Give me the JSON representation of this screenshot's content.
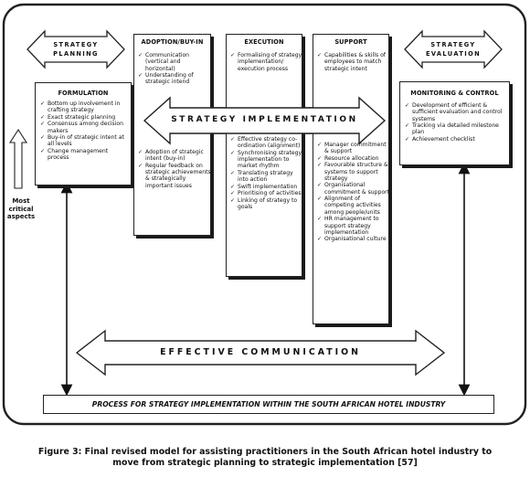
{
  "left_arrow": {
    "line1": "STRATEGY",
    "line2": "PLANNING"
  },
  "right_arrow": {
    "line1": "STRATEGY",
    "line2": "EVALUATION"
  },
  "formulation": {
    "title": "FORMULATION",
    "items": [
      "Bottom up involvement in crafting strategy",
      "Exact strategic planning",
      "Consensus among decision makers",
      "Buy-in of strategic intent at all levels",
      "Change management process"
    ]
  },
  "adoption": {
    "title": "ADOPTION/BUY-IN",
    "items_top": [
      "Communication (vertical and horizontal)",
      "Understanding of strategic intend"
    ],
    "items_bottom": [
      "Adoption of strategic intent (buy-in)",
      "Regular feedback on strategic achievements & strategically important issues"
    ]
  },
  "execution": {
    "title": "EXECUTION",
    "items_top": [
      "Formalising of strategy implementation/ execution process"
    ],
    "items_bottom": [
      "Effective strategy co-ordination (alignment)",
      "Synchronising strategy implementation to market rhythm",
      "Translating strategy into action",
      "Swift implementation",
      "Prioritising of activities",
      "Linking of strategy to goals"
    ]
  },
  "support": {
    "title": "SUPPORT",
    "items_top": [
      "Capabilities & skills of employees to match strategic intent"
    ],
    "items_bottom": [
      "Manager commitment & support",
      "Resource allocation",
      "Favourable structure & systems to support strategy",
      "Organisational commitment & support",
      "Alignment of competing activities among people/units",
      "HR management to support strategy implementation",
      "Organisational culture"
    ]
  },
  "monitoring": {
    "title": "MONITORING & CONTROL",
    "items": [
      "Development of efficient & sufficient evaluation and control systems",
      "Tracking via detailed milestone plan",
      "Achievement checklist"
    ]
  },
  "implementation_label": "STRATEGY IMPLEMENTATION",
  "communication_label": "EFFECTIVE COMMUNICATION",
  "process_label": "PROCESS FOR STRATEGY IMPLEMENTATION WITHIN THE SOUTH AFRICAN HOTEL INDUSTRY",
  "most_critical": {
    "line1": "Most",
    "line2": "critical",
    "line3": "aspects"
  },
  "caption": {
    "line1": "Figure 3: Final revised model for assisting practitioners in the South African hotel industry to",
    "line2": "move from strategic planning to strategic implementation [57]"
  }
}
